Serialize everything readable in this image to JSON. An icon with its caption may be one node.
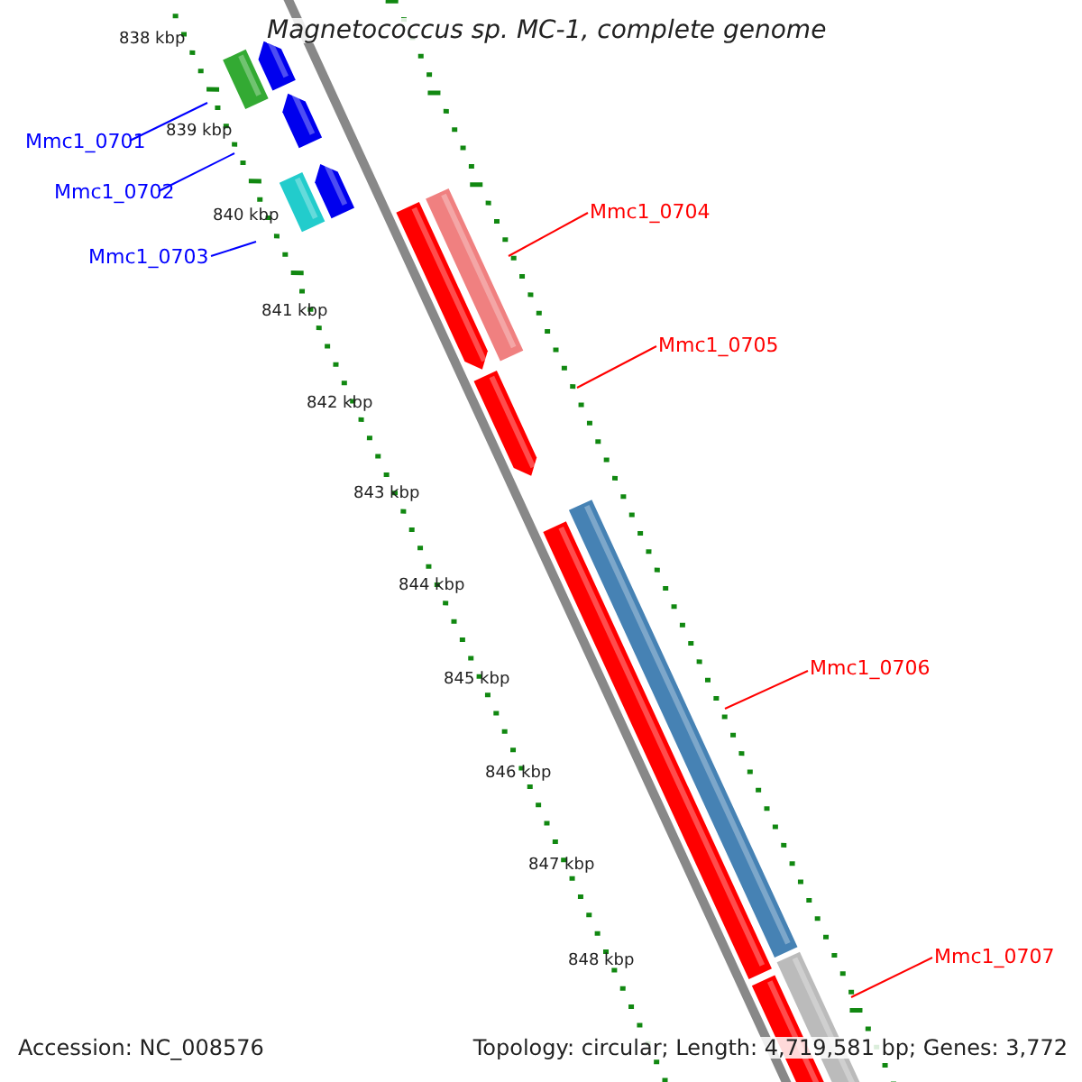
{
  "diagram": {
    "title": "Magnetococcus sp. MC-1, complete genome",
    "nodes": [
      {
        "text": [
          "Mmc1_0701"
        ]
      },
      {
        "text": [
          "Mmc1_0702"
        ]
      },
      {
        "text": [
          "Mmc1_0703"
        ]
      },
      {
        "text": [
          "Mmc1_0704"
        ]
      },
      {
        "text": [
          "Mmc1_0705"
        ]
      },
      {
        "text": [
          "Mmc1_0706"
        ]
      },
      {
        "text": [
          "Mmc1_0707"
        ]
      }
    ],
    "edges": [
      {
        "from": 0,
        "to": null,
        "arrow": "none",
        "color": "#0000ff"
      },
      {
        "from": 1,
        "to": null,
        "arrow": "none",
        "color": "#0000ff"
      },
      {
        "from": 2,
        "to": null,
        "arrow": "none",
        "color": "#0000ff"
      },
      {
        "from": 3,
        "to": null,
        "arrow": "none"
      },
      {
        "from": 4,
        "to": null,
        "arrow": "none"
      },
      {
        "from": 5,
        "to": null,
        "arrow": "none"
      },
      {
        "from": 6,
        "to": null,
        "arrow": "none"
      }
    ],
    "labels": [
      "838 kbp",
      "839 kbp",
      "840 kbp",
      "841 kbp",
      "842 kbp",
      "843 kbp",
      "844 kbp",
      "845 kbp",
      "846 kbp",
      "847 kbp",
      "848 kbp",
      "Accession: NC_008576",
      "Topology: circular; Length: 4,719,581 bp; Genes: 3,772"
    ]
  }
}
